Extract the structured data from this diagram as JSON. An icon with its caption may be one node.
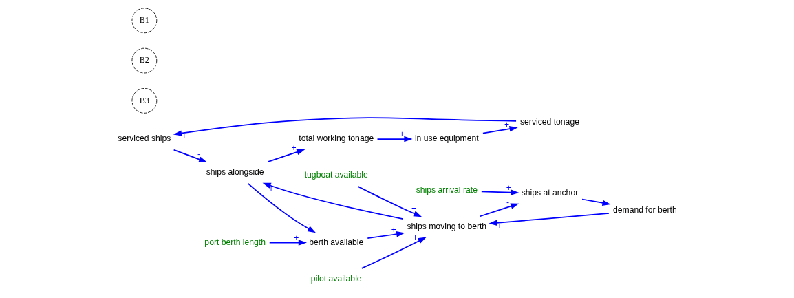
{
  "diagram": {
    "nodes": [
      {
        "text": [
          "serviced ships"
        ]
      },
      {
        "text": [
          "serviced tonage"
        ]
      },
      {
        "text": [
          "in use equipment"
        ]
      },
      {
        "text": [
          "total working tonage"
        ]
      },
      {
        "text": [
          "ships alongside"
        ]
      },
      {
        "text": [
          "berth available"
        ]
      },
      {
        "text": [
          "port berth length"
        ]
      },
      {
        "text": [
          "demand for berth"
        ]
      },
      {
        "text": [
          "ships moving to berth"
        ]
      },
      {
        "text": [
          "ships at anchor"
        ]
      },
      {
        "text": [
          "ships arrival rate"
        ]
      },
      {
        "text": [
          "pilot available"
        ]
      },
      {
        "text": [
          "tugboat available"
        ]
      }
    ],
    "edges": [
      {
        "from": 1,
        "to": 0,
        "arrow": "to",
        "label": "+"
      },
      {
        "from": 0,
        "to": 4,
        "arrow": "to",
        "label": "-"
      },
      {
        "from": 4,
        "to": 3,
        "arrow": "to",
        "label": "+"
      },
      {
        "from": 3,
        "to": 2,
        "arrow": "to",
        "label": "+"
      },
      {
        "from": 2,
        "to": 1,
        "arrow": "to",
        "label": "+"
      },
      {
        "from": 4,
        "to": 5,
        "arrow": "to",
        "label": "-"
      },
      {
        "from": 6,
        "to": 5,
        "arrow": "to",
        "label": "+"
      },
      {
        "from": 5,
        "to": 8,
        "arrow": "to",
        "label": "+"
      },
      {
        "from": 7,
        "to": 8,
        "arrow": "to",
        "label": "+"
      },
      {
        "from": 8,
        "to": 4,
        "arrow": "to",
        "label": "+"
      },
      {
        "from": 8,
        "to": 9,
        "arrow": "to",
        "label": "-"
      },
      {
        "from": 9,
        "to": 7,
        "arrow": "to",
        "label": "+"
      },
      {
        "from": 10,
        "to": 9,
        "arrow": "to",
        "label": "+"
      },
      {
        "from": 11,
        "to": 8,
        "arrow": "to",
        "label": "+"
      },
      {
        "from": 12,
        "to": 8,
        "arrow": "to",
        "label": "+"
      }
    ],
    "labels": [
      "B3",
      "B2",
      "B1"
    ]
  }
}
